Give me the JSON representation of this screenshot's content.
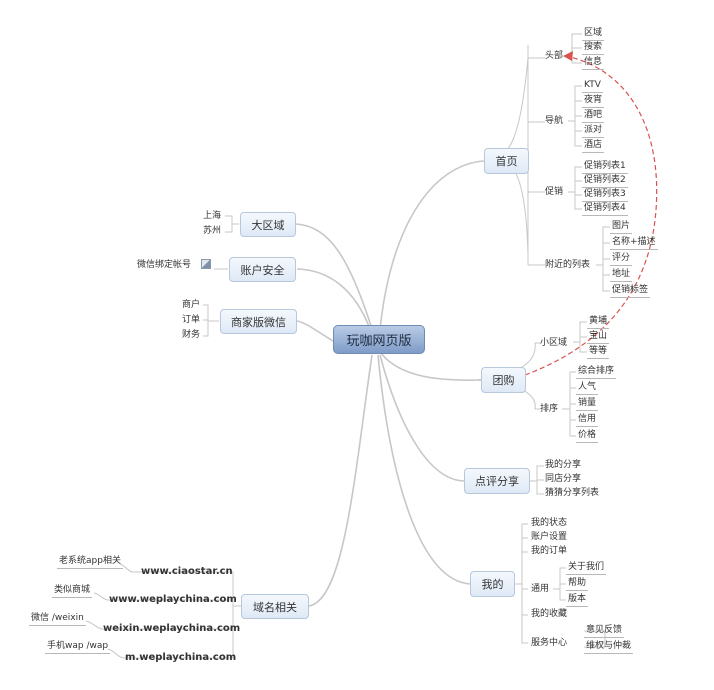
{
  "root": "玩咖网页版",
  "homepage": {
    "label": "首页",
    "header": {
      "label": "头部",
      "items": [
        "区域",
        "搜索",
        "信息"
      ]
    },
    "nav": {
      "label": "导航",
      "items": [
        "KTV",
        "夜宵",
        "酒吧",
        "派对",
        "酒店"
      ]
    },
    "promo": {
      "label": "促销",
      "items": [
        "促销列表1",
        "促销列表2",
        "促销列表3",
        "促销列表4"
      ]
    },
    "nearby": {
      "label": "附近的列表",
      "items": [
        "图片",
        "名称+描述",
        "评分",
        "地址",
        "促销标签"
      ]
    }
  },
  "groupbuy": {
    "label": "团购",
    "area": {
      "label": "小区域",
      "items": [
        "黄埔",
        "宝山",
        "等等"
      ]
    },
    "sort": {
      "label": "排序",
      "items": [
        "综合排序",
        "人气",
        "销量",
        "信用",
        "价格"
      ]
    }
  },
  "review": {
    "label": "点评分享",
    "items": [
      "我的分享",
      "同店分享",
      "猜猜分享列表"
    ]
  },
  "mine": {
    "label": "我的",
    "status": "我的状态",
    "account_settings": "账户设置",
    "orders": "我的订单",
    "general": {
      "label": "通用",
      "items": [
        "关于我们",
        "帮助",
        "版本"
      ]
    },
    "favorites": "我的收藏",
    "service": {
      "label": "服务中心",
      "items": [
        "意见反馈",
        "维权与仲裁"
      ]
    }
  },
  "region": {
    "label": "大区域",
    "items": [
      "上海",
      "苏州"
    ]
  },
  "account_security": {
    "label": "账户安全",
    "items": [
      "微信绑定帐号"
    ],
    "icon": "image-icon"
  },
  "merchant_wechat": {
    "label": "商家版微信",
    "items": [
      "商户",
      "订单",
      "财务"
    ]
  },
  "domains": {
    "label": "域名相关",
    "items": [
      {
        "note": "老系统app相关",
        "domain": "www.ciaostar.cn"
      },
      {
        "note": "类似商城",
        "domain": "www.weplaychina.com"
      },
      {
        "note": "微信 /weixin",
        "domain": "weixin.weplaychina.com"
      },
      {
        "note": "手机wap /wap",
        "domain": "m.weplaychina.com"
      }
    ]
  },
  "colors": {
    "branch": "#c7c7c7",
    "relationship": "#d9534f",
    "root_fill": "#8ea9d3"
  }
}
